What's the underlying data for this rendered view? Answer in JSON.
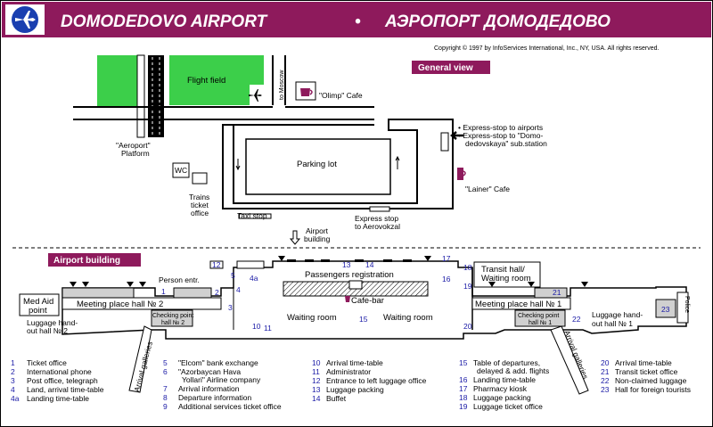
{
  "title": {
    "en": "DOMODEDOVO AIRPORT",
    "dot": "•",
    "ru": "АЭРОПОРТ ДОМОДЕДОВО"
  },
  "copyright": "Copyright © 1997 by InfoServices International, Inc., NY, USA. All rights reserved.",
  "colors": {
    "accent": "#8e1a5c",
    "field": "#3ccf4a",
    "label_blue": "#1a1aa6"
  },
  "icons": {
    "logo": "airplane-logo-icon",
    "plane": "airplane-icon",
    "cafe": "coffee-cup-icon"
  },
  "general_view": {
    "badge": "General view",
    "flight_field": "Flight field",
    "to_moscow": "to Moscow",
    "olimp_cafe": "\"Olimp\" Cafe",
    "platform": [
      "\"Aeroport\"",
      "Platform"
    ],
    "wc": "WC",
    "trains_ticket": [
      "Trains",
      "ticket",
      "office"
    ],
    "parking": "Parking lot",
    "taxi": "Taxi stop",
    "express_stop": [
      "Express stop",
      "to Aerovokzal"
    ],
    "express_airports": [
      "• Express-stop to airports",
      "• Express-stop to \"Domo-",
      "dedovskaya\" sub.station"
    ],
    "lainer_cafe": "\"Lainer\" Cafe",
    "airport_building": [
      "Airport",
      "building"
    ]
  },
  "building": {
    "badge": "Airport building",
    "person_entr": "Person entr.",
    "passengers_reg": "Passengers registration",
    "cafe_bar": "Cafe-bar",
    "waiting_room": "Waiting room",
    "med_aid": [
      "Med Aid",
      "point"
    ],
    "meeting_2": "Meeting place hall № 2",
    "meeting_1": "Meeting place hall № 1",
    "luggage_2": [
      "Luggage hand-",
      "out hall № 2"
    ],
    "luggage_1": [
      "Luggage hand-",
      "out hall № 1"
    ],
    "checking_2": [
      "Checking point",
      "hall № 2"
    ],
    "checking_1": [
      "Checking point",
      "hall № 1"
    ],
    "transit": [
      "Transit hall/",
      "Waiting room"
    ],
    "police": "Police",
    "arrival_galleries": "Arrival galleries",
    "markers": [
      "1",
      "2",
      "3",
      "4",
      "4a",
      "5",
      "10",
      "11",
      "12",
      "13",
      "14",
      "15",
      "16",
      "17",
      "18",
      "19",
      "20",
      "21",
      "22",
      "23"
    ],
    "stair_markers": [
      "17",
      "18",
      "19"
    ]
  },
  "legend": [
    [
      {
        "n": "1",
        "t": "Ticket office"
      },
      {
        "n": "2",
        "t": "International phone"
      },
      {
        "n": "3",
        "t": "Post office, telegraph"
      },
      {
        "n": "4",
        "t": "Land, arrival time-table"
      },
      {
        "n": "4a",
        "t": "Landing time-table"
      }
    ],
    [
      {
        "n": "5",
        "t": "\"Elcom\" bank exchange"
      },
      {
        "n": "6",
        "t": "\"Azorbaycan Hava"
      },
      {
        "n": "",
        "t": "Yollari\" Airline company"
      },
      {
        "n": "7",
        "t": "Arrival information"
      },
      {
        "n": "8",
        "t": "Departure information"
      },
      {
        "n": "9",
        "t": "Additional services ticket office"
      }
    ],
    [
      {
        "n": "10",
        "t": "Arrival time-table"
      },
      {
        "n": "11",
        "t": "Administrator"
      },
      {
        "n": "12",
        "t": "Entrance to left luggage office"
      },
      {
        "n": "13",
        "t": "Luggage packing"
      },
      {
        "n": "14",
        "t": "Buffet"
      }
    ],
    [
      {
        "n": "15",
        "t": "Table of departures,"
      },
      {
        "n": "",
        "t": "delayed & add. flights"
      },
      {
        "n": "16",
        "t": "Landing time-table"
      },
      {
        "n": "17",
        "t": "Pharmacy kiosk"
      },
      {
        "n": "18",
        "t": "Luggage packing"
      },
      {
        "n": "19",
        "t": "Luggage ticket office"
      }
    ],
    [
      {
        "n": "20",
        "t": "Arrival time-table"
      },
      {
        "n": "21",
        "t": "Transit ticket office"
      },
      {
        "n": "22",
        "t": "Non-claimed luggage"
      },
      {
        "n": "23",
        "t": "Hall for foreign tourists"
      }
    ]
  ]
}
